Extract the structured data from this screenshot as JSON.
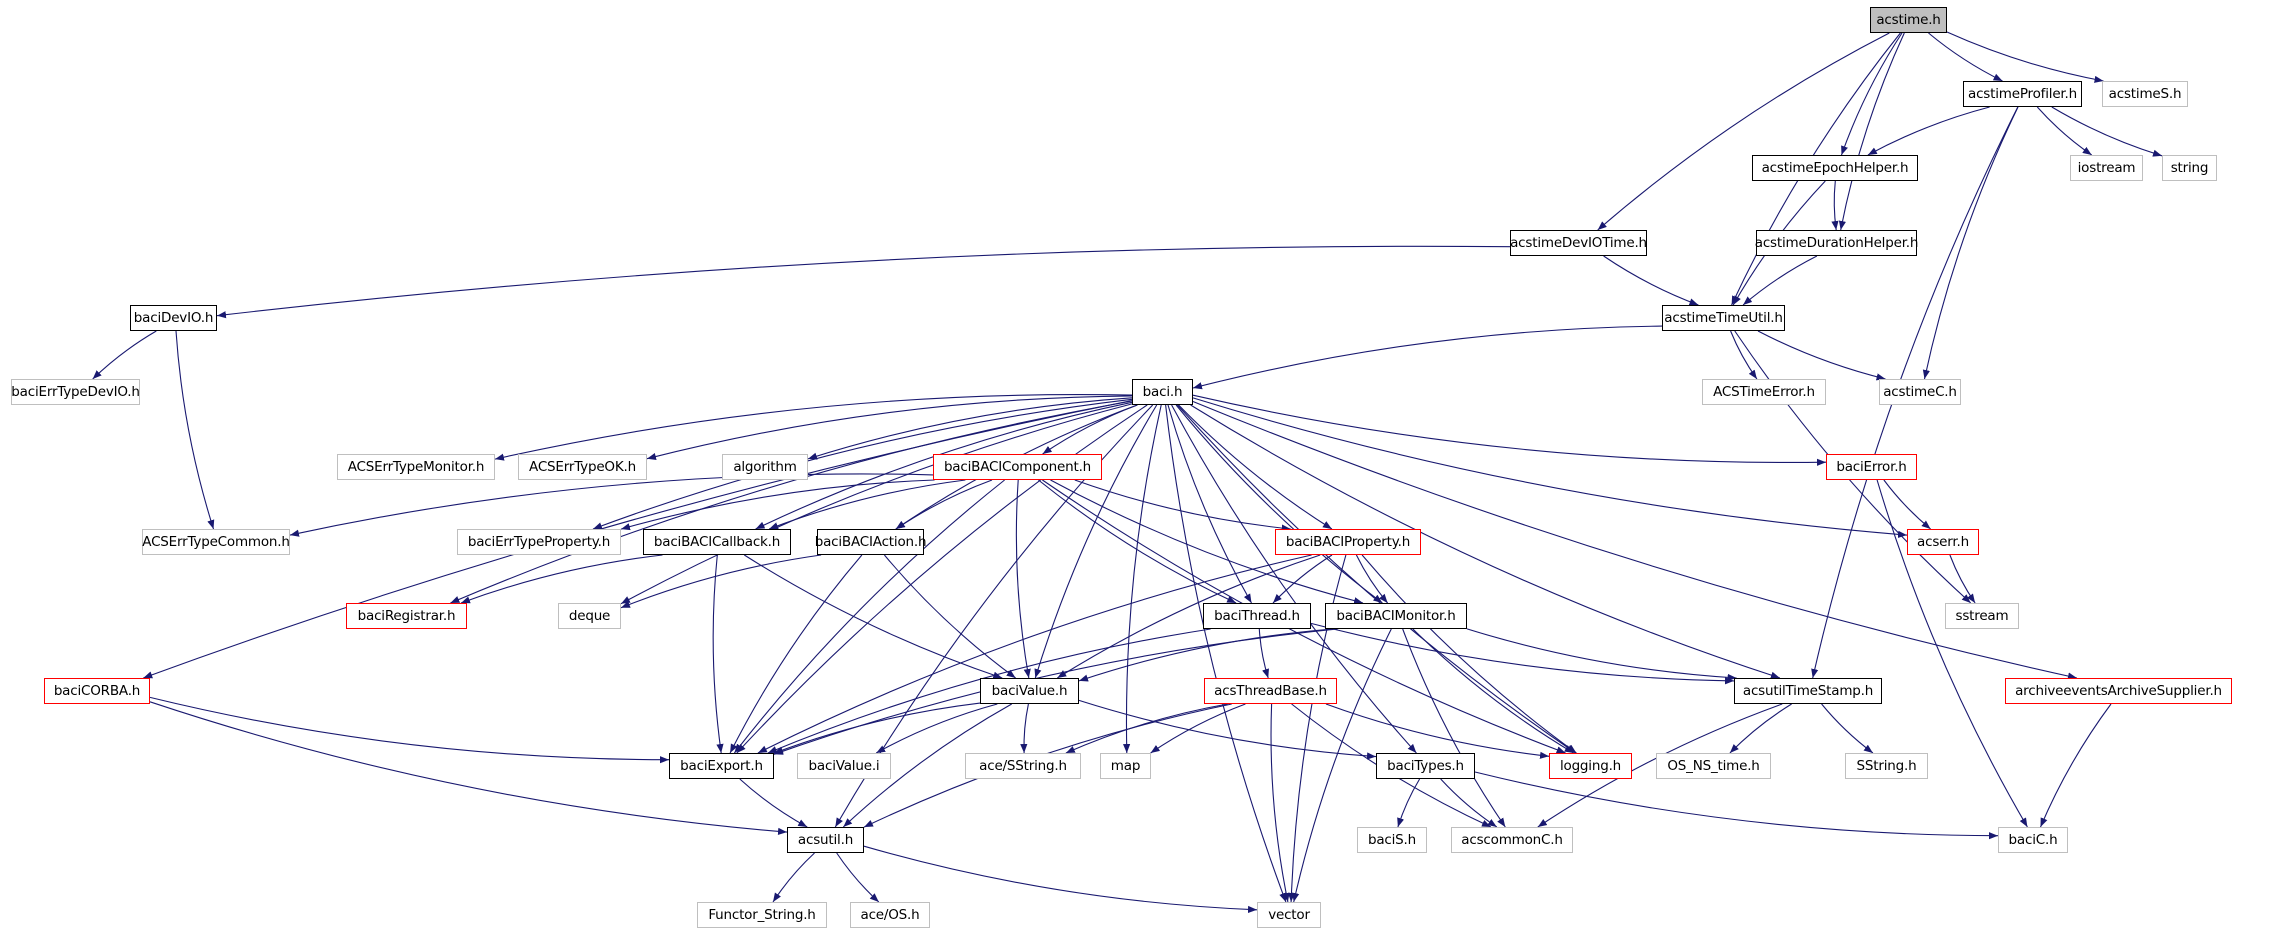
{
  "diagram": {
    "title": "acstime.h include dependency graph",
    "colors": {
      "edge": "#191970",
      "root_fill": "#bfbfbf",
      "documented_border": "#000000",
      "external_border": "#bfbfbf",
      "truncated_border": "#ff0000"
    },
    "nodes": [
      {
        "id": "acstime",
        "label": "acstime.h",
        "kind": "root"
      },
      {
        "id": "acstimeProfiler",
        "label": "acstimeProfiler.h",
        "kind": "documented"
      },
      {
        "id": "acstimeS",
        "label": "acstimeS.h",
        "kind": "external"
      },
      {
        "id": "acstimeEpochHelper",
        "label": "acstimeEpochHelper.h",
        "kind": "documented"
      },
      {
        "id": "iostream",
        "label": "iostream",
        "kind": "external"
      },
      {
        "id": "string",
        "label": "string",
        "kind": "external"
      },
      {
        "id": "acstimeDevIOTime",
        "label": "acstimeDevIOTime.h",
        "kind": "documented"
      },
      {
        "id": "acstimeDurationHelper",
        "label": "acstimeDurationHelper.h",
        "kind": "documented"
      },
      {
        "id": "baciDevIO",
        "label": "baciDevIO.h",
        "kind": "documented"
      },
      {
        "id": "acstimeTimeUtil",
        "label": "acstimeTimeUtil.h",
        "kind": "documented"
      },
      {
        "id": "baciErrTypeDevIO",
        "label": "baciErrTypeDevIO.h",
        "kind": "external"
      },
      {
        "id": "baci",
        "label": "baci.h",
        "kind": "documented"
      },
      {
        "id": "ACSTimeError",
        "label": "ACSTimeError.h",
        "kind": "external"
      },
      {
        "id": "acstimeC",
        "label": "acstimeC.h",
        "kind": "external"
      },
      {
        "id": "ACSErrTypeMonitor",
        "label": "ACSErrTypeMonitor.h",
        "kind": "external"
      },
      {
        "id": "ACSErrTypeOK",
        "label": "ACSErrTypeOK.h",
        "kind": "external"
      },
      {
        "id": "algorithm",
        "label": "algorithm",
        "kind": "external"
      },
      {
        "id": "baciBACIComponent",
        "label": "baciBACIComponent.h",
        "kind": "truncated"
      },
      {
        "id": "baciError",
        "label": "baciError.h",
        "kind": "truncated"
      },
      {
        "id": "ACSErrTypeCommon",
        "label": "ACSErrTypeCommon.h",
        "kind": "external"
      },
      {
        "id": "baciErrTypeProperty",
        "label": "baciErrTypeProperty.h",
        "kind": "external"
      },
      {
        "id": "baciBACICallback",
        "label": "baciBACICallback.h",
        "kind": "documented"
      },
      {
        "id": "baciBACIAction",
        "label": "baciBACIAction.h",
        "kind": "documented"
      },
      {
        "id": "baciBACIProperty",
        "label": "baciBACIProperty.h",
        "kind": "truncated"
      },
      {
        "id": "acserr",
        "label": "acserr.h",
        "kind": "truncated"
      },
      {
        "id": "baciRegistrar",
        "label": "baciRegistrar.h",
        "kind": "truncated"
      },
      {
        "id": "deque",
        "label": "deque",
        "kind": "external"
      },
      {
        "id": "baciThread",
        "label": "baciThread.h",
        "kind": "documented"
      },
      {
        "id": "baciBACIMonitor",
        "label": "baciBACIMonitor.h",
        "kind": "documented"
      },
      {
        "id": "sstream",
        "label": "sstream",
        "kind": "external"
      },
      {
        "id": "baciCORBA",
        "label": "baciCORBA.h",
        "kind": "truncated"
      },
      {
        "id": "baciValue",
        "label": "baciValue.h",
        "kind": "documented"
      },
      {
        "id": "acsThreadBase",
        "label": "acsThreadBase.h",
        "kind": "truncated"
      },
      {
        "id": "acsutilTimeStamp",
        "label": "acsutilTimeStamp.h",
        "kind": "documented"
      },
      {
        "id": "archiveevents",
        "label": "archiveeventsArchiveSupplier.h",
        "kind": "truncated"
      },
      {
        "id": "baciExport",
        "label": "baciExport.h",
        "kind": "documented"
      },
      {
        "id": "baciValueI",
        "label": "baciValue.i",
        "kind": "external"
      },
      {
        "id": "aceSString",
        "label": "ace/SString.h",
        "kind": "external"
      },
      {
        "id": "map",
        "label": "map",
        "kind": "external"
      },
      {
        "id": "baciTypes",
        "label": "baciTypes.h",
        "kind": "documented"
      },
      {
        "id": "logging",
        "label": "logging.h",
        "kind": "truncated"
      },
      {
        "id": "OS_NS_time",
        "label": "OS_NS_time.h",
        "kind": "external"
      },
      {
        "id": "SString",
        "label": "SString.h",
        "kind": "external"
      },
      {
        "id": "acsutil",
        "label": "acsutil.h",
        "kind": "documented"
      },
      {
        "id": "baciS",
        "label": "baciS.h",
        "kind": "external"
      },
      {
        "id": "acscommonC",
        "label": "acscommonC.h",
        "kind": "external"
      },
      {
        "id": "baciC",
        "label": "baciC.h",
        "kind": "external"
      },
      {
        "id": "FunctorString",
        "label": "Functor_String.h",
        "kind": "external"
      },
      {
        "id": "aceOS",
        "label": "ace/OS.h",
        "kind": "external"
      },
      {
        "id": "vector",
        "label": "vector",
        "kind": "external"
      }
    ],
    "edges": [
      [
        "acstime",
        "acstimeProfiler"
      ],
      [
        "acstime",
        "acstimeS"
      ],
      [
        "acstime",
        "acstimeEpochHelper"
      ],
      [
        "acstime",
        "acstimeDurationHelper"
      ],
      [
        "acstime",
        "acstimeTimeUtil"
      ],
      [
        "acstime",
        "acstimeDevIOTime"
      ],
      [
        "acstimeProfiler",
        "acstimeEpochHelper"
      ],
      [
        "acstimeProfiler",
        "iostream"
      ],
      [
        "acstimeProfiler",
        "string"
      ],
      [
        "acstimeProfiler",
        "acstimeC"
      ],
      [
        "acstimeProfiler",
        "acsutilTimeStamp"
      ],
      [
        "acstimeEpochHelper",
        "acstimeDurationHelper"
      ],
      [
        "acstimeEpochHelper",
        "acstimeTimeUtil"
      ],
      [
        "acstimeDurationHelper",
        "acstimeTimeUtil"
      ],
      [
        "acstimeDevIOTime",
        "baciDevIO"
      ],
      [
        "acstimeDevIOTime",
        "acstimeTimeUtil"
      ],
      [
        "baciDevIO",
        "baciErrTypeDevIO"
      ],
      [
        "baciDevIO",
        "ACSErrTypeCommon"
      ],
      [
        "acstimeTimeUtil",
        "baci"
      ],
      [
        "acstimeTimeUtil",
        "ACSTimeError"
      ],
      [
        "acstimeTimeUtil",
        "acstimeC"
      ],
      [
        "acstimeTimeUtil",
        "sstream"
      ],
      [
        "baci",
        "ACSErrTypeMonitor"
      ],
      [
        "baci",
        "ACSErrTypeOK"
      ],
      [
        "baci",
        "algorithm"
      ],
      [
        "baci",
        "baciBACIComponent"
      ],
      [
        "baci",
        "baciError"
      ],
      [
        "baci",
        "acserr"
      ],
      [
        "baci",
        "baciErrTypeProperty"
      ],
      [
        "baci",
        "baciBACICallback"
      ],
      [
        "baci",
        "baciBACIAction"
      ],
      [
        "baci",
        "baciBACIProperty"
      ],
      [
        "baci",
        "baciRegistrar"
      ],
      [
        "baci",
        "deque"
      ],
      [
        "baci",
        "baciThread"
      ],
      [
        "baci",
        "baciBACIMonitor"
      ],
      [
        "baci",
        "baciCORBA"
      ],
      [
        "baci",
        "baciValue"
      ],
      [
        "baci",
        "acsutilTimeStamp"
      ],
      [
        "baci",
        "archiveevents"
      ],
      [
        "baci",
        "baciExport"
      ],
      [
        "baci",
        "map"
      ],
      [
        "baci",
        "baciTypes"
      ],
      [
        "baci",
        "logging"
      ],
      [
        "baci",
        "acsutil"
      ],
      [
        "baci",
        "vector"
      ],
      [
        "baciBACIComponent",
        "ACSErrTypeCommon"
      ],
      [
        "baciBACIComponent",
        "baciErrTypeProperty"
      ],
      [
        "baciBACIComponent",
        "baciBACICallback"
      ],
      [
        "baciBACIComponent",
        "baciBACIAction"
      ],
      [
        "baciBACIComponent",
        "baciBACIProperty"
      ],
      [
        "baciBACIComponent",
        "baciThread"
      ],
      [
        "baciBACIComponent",
        "baciBACIMonitor"
      ],
      [
        "baciBACIComponent",
        "baciValue"
      ],
      [
        "baciBACIComponent",
        "baciExport"
      ],
      [
        "baciBACIComponent",
        "logging"
      ],
      [
        "baciError",
        "acserr"
      ],
      [
        "baciError",
        "baciC"
      ],
      [
        "acserr",
        "sstream"
      ],
      [
        "baciBACICallback",
        "baciRegistrar"
      ],
      [
        "baciBACICallback",
        "baciValue"
      ],
      [
        "baciBACICallback",
        "baciExport"
      ],
      [
        "baciBACIAction",
        "deque"
      ],
      [
        "baciBACIAction",
        "baciValue"
      ],
      [
        "baciBACIAction",
        "baciExport"
      ],
      [
        "baciBACIProperty",
        "baciThread"
      ],
      [
        "baciBACIProperty",
        "baciBACIMonitor"
      ],
      [
        "baciBACIProperty",
        "baciValue"
      ],
      [
        "baciBACIProperty",
        "baciExport"
      ],
      [
        "baciBACIProperty",
        "logging"
      ],
      [
        "baciBACIProperty",
        "vector"
      ],
      [
        "baciThread",
        "acsThreadBase"
      ],
      [
        "baciThread",
        "baciExport"
      ],
      [
        "baciThread",
        "acsutilTimeStamp"
      ],
      [
        "baciBACIMonitor",
        "baciValue"
      ],
      [
        "baciBACIMonitor",
        "baciExport"
      ],
      [
        "baciBACIMonitor",
        "acsutilTimeStamp"
      ],
      [
        "baciBACIMonitor",
        "logging"
      ],
      [
        "baciBACIMonitor",
        "acscommonC"
      ],
      [
        "baciBACIMonitor",
        "vector"
      ],
      [
        "baciCORBA",
        "baciExport"
      ],
      [
        "baciCORBA",
        "acsutil"
      ],
      [
        "baciValue",
        "baciExport"
      ],
      [
        "baciValue",
        "baciValueI"
      ],
      [
        "baciValue",
        "aceSString"
      ],
      [
        "baciValue",
        "baciTypes"
      ],
      [
        "baciValue",
        "acsutil"
      ],
      [
        "acsThreadBase",
        "aceSString"
      ],
      [
        "acsThreadBase",
        "map"
      ],
      [
        "acsThreadBase",
        "logging"
      ],
      [
        "acsThreadBase",
        "acsutil"
      ],
      [
        "acsThreadBase",
        "acscommonC"
      ],
      [
        "acsThreadBase",
        "vector"
      ],
      [
        "acsutilTimeStamp",
        "OS_NS_time"
      ],
      [
        "acsutilTimeStamp",
        "SString"
      ],
      [
        "acsutilTimeStamp",
        "acscommonC"
      ],
      [
        "archiveevents",
        "baciC"
      ],
      [
        "baciExport",
        "acsutil"
      ],
      [
        "baciTypes",
        "baciS"
      ],
      [
        "baciTypes",
        "acscommonC"
      ],
      [
        "baciTypes",
        "baciC"
      ],
      [
        "acsutil",
        "FunctorString"
      ],
      [
        "acsutil",
        "aceOS"
      ],
      [
        "acsutil",
        "vector"
      ]
    ]
  }
}
